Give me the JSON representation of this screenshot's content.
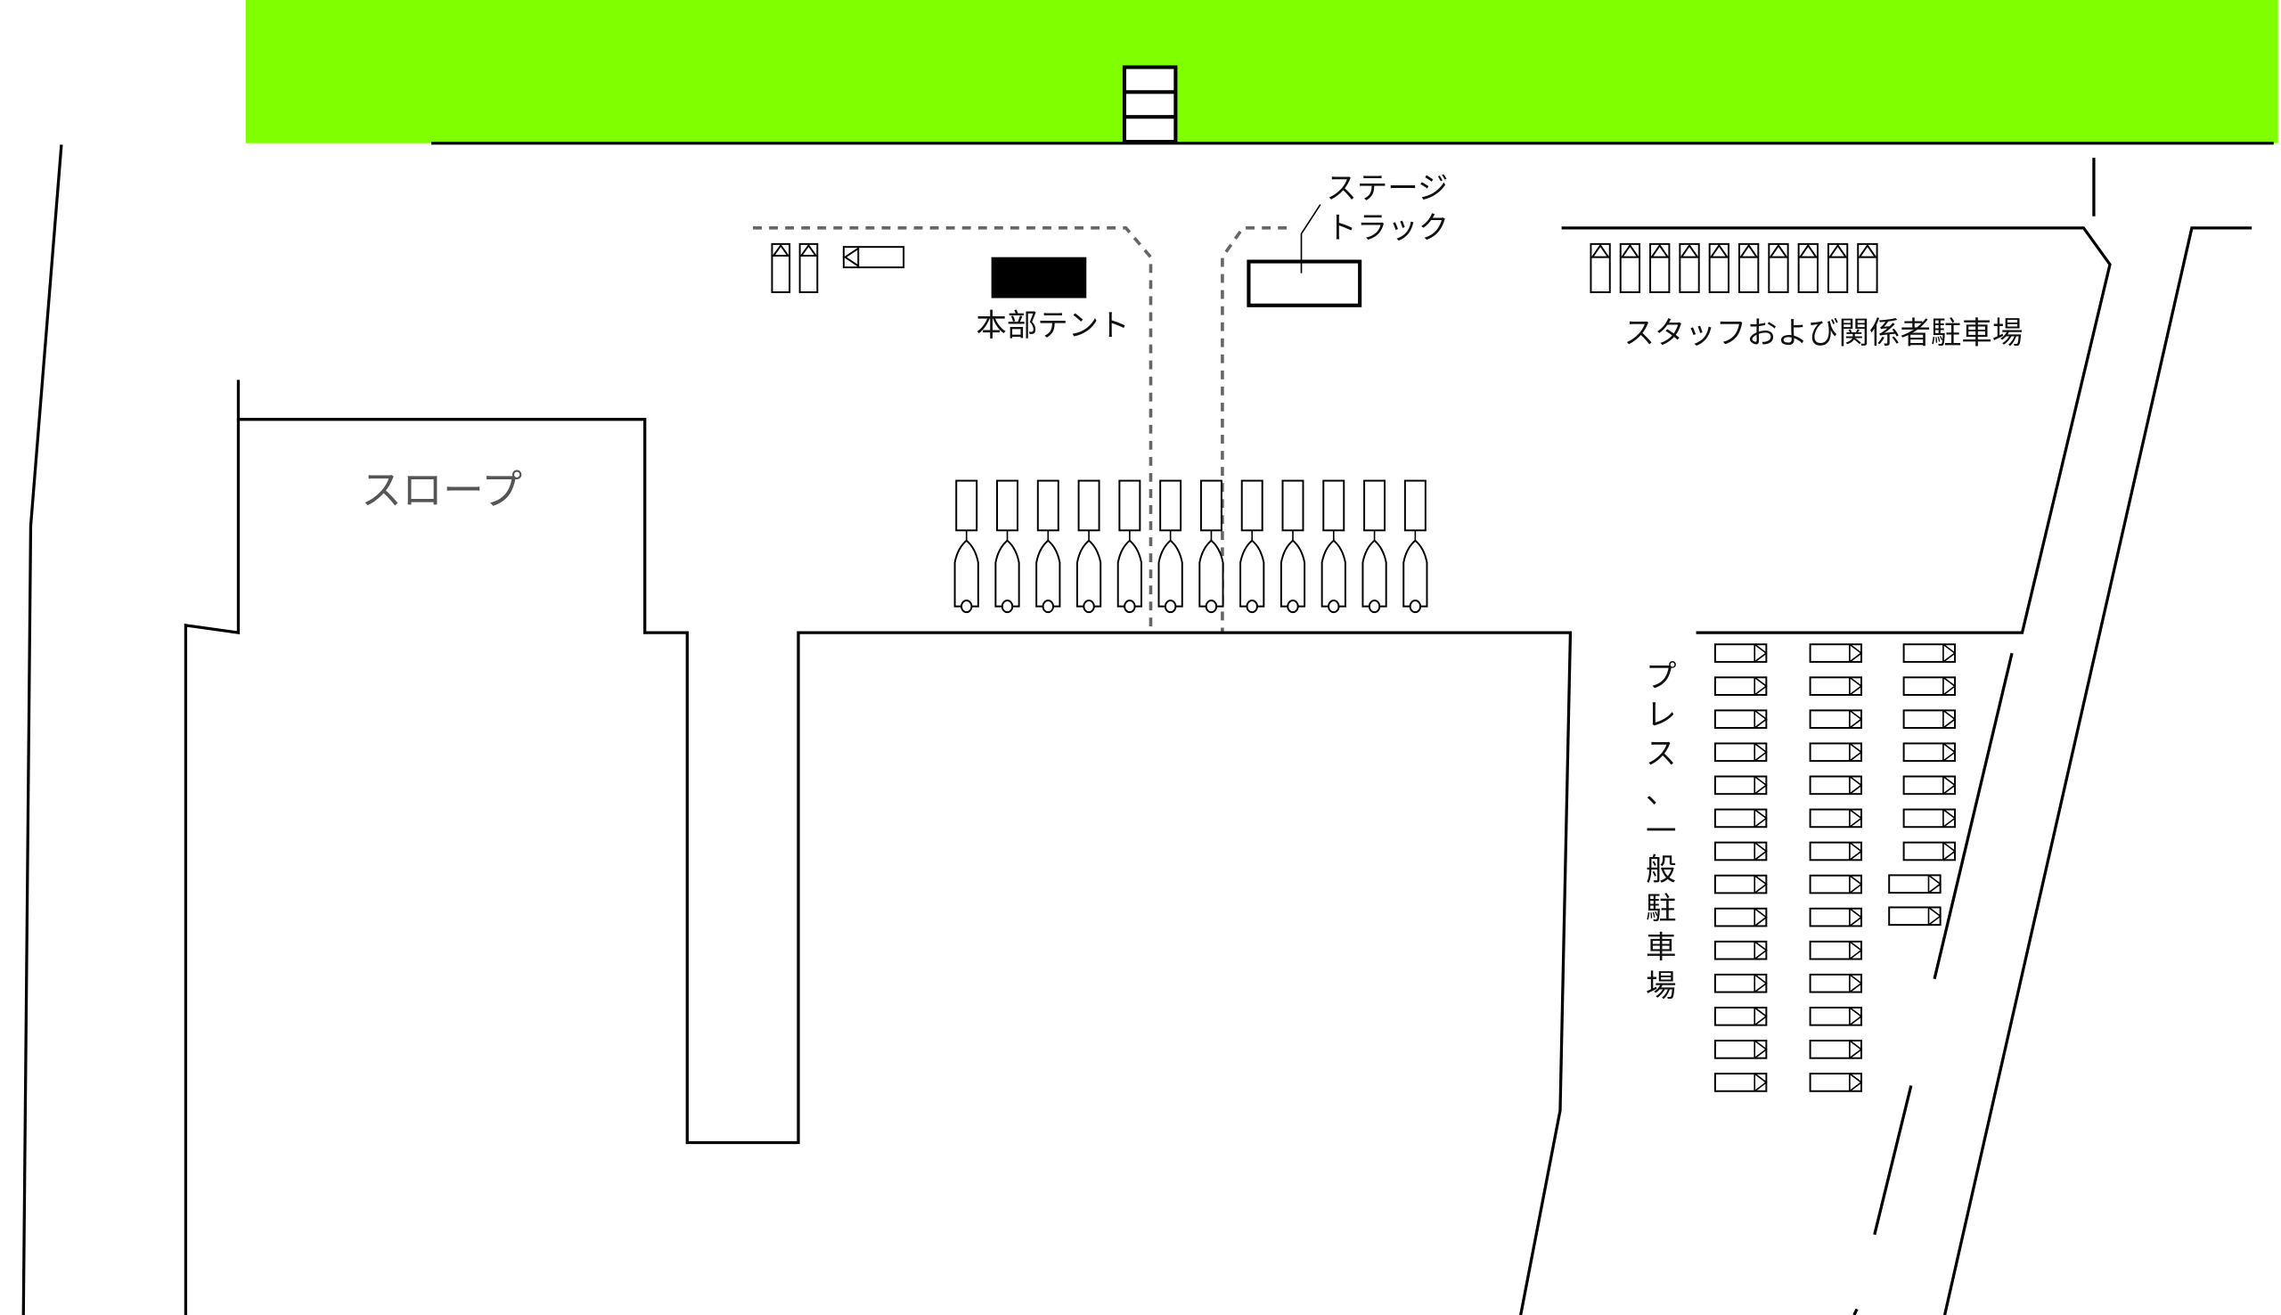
{
  "map": {
    "colors": {
      "green_area": "#80ff00",
      "line": "#000000",
      "route": "#666666",
      "slope_label": "#555555"
    },
    "labels": {
      "stage_truck": [
        "ステージ",
        "トラック"
      ],
      "hq_tent": "本部テント",
      "staff_parking": "スタッフおよび関係者駐車場",
      "slope": "スロープ",
      "press_parking": [
        "プ",
        "レ",
        "ス",
        "、",
        "一",
        "般",
        "駐",
        "車",
        "場"
      ]
    },
    "counts": {
      "staff_cars": 10,
      "boat_trailers": 12,
      "press_col1": 14,
      "press_col2": 14,
      "press_col3": 7,
      "press_col3b": 2
    }
  }
}
